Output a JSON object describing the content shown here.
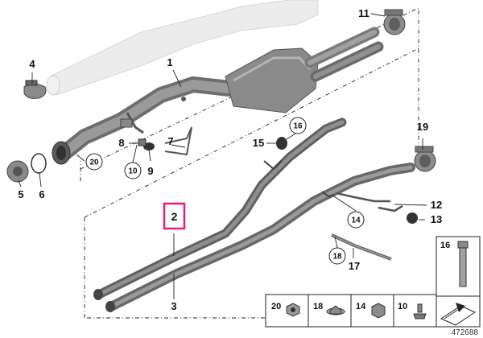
{
  "diagram": {
    "callouts": [
      {
        "id": "c1",
        "label": "1"
      },
      {
        "id": "c2",
        "label": "2"
      },
      {
        "id": "c3",
        "label": "3"
      },
      {
        "id": "c4",
        "label": "4"
      },
      {
        "id": "c5",
        "label": "5"
      },
      {
        "id": "c6",
        "label": "6"
      },
      {
        "id": "c7",
        "label": "7"
      },
      {
        "id": "c8",
        "label": "8"
      },
      {
        "id": "c9",
        "label": "9"
      },
      {
        "id": "c10",
        "label": "10"
      },
      {
        "id": "c11",
        "label": "11"
      },
      {
        "id": "c12",
        "label": "12"
      },
      {
        "id": "c13",
        "label": "13"
      },
      {
        "id": "c14",
        "label": "14"
      },
      {
        "id": "c15",
        "label": "15"
      },
      {
        "id": "c16",
        "label": "16"
      },
      {
        "id": "c17",
        "label": "17"
      },
      {
        "id": "c18",
        "label": "18"
      },
      {
        "id": "c19",
        "label": "19"
      },
      {
        "id": "c20",
        "label": "20"
      }
    ],
    "highlight": {
      "label": "2",
      "color": "#e6197f"
    },
    "parts_box": {
      "items": [
        {
          "label": "20"
        },
        {
          "label": "18"
        },
        {
          "label": "14"
        },
        {
          "label": "10"
        }
      ],
      "bolt_label": "16"
    },
    "doc_id": "472688"
  }
}
